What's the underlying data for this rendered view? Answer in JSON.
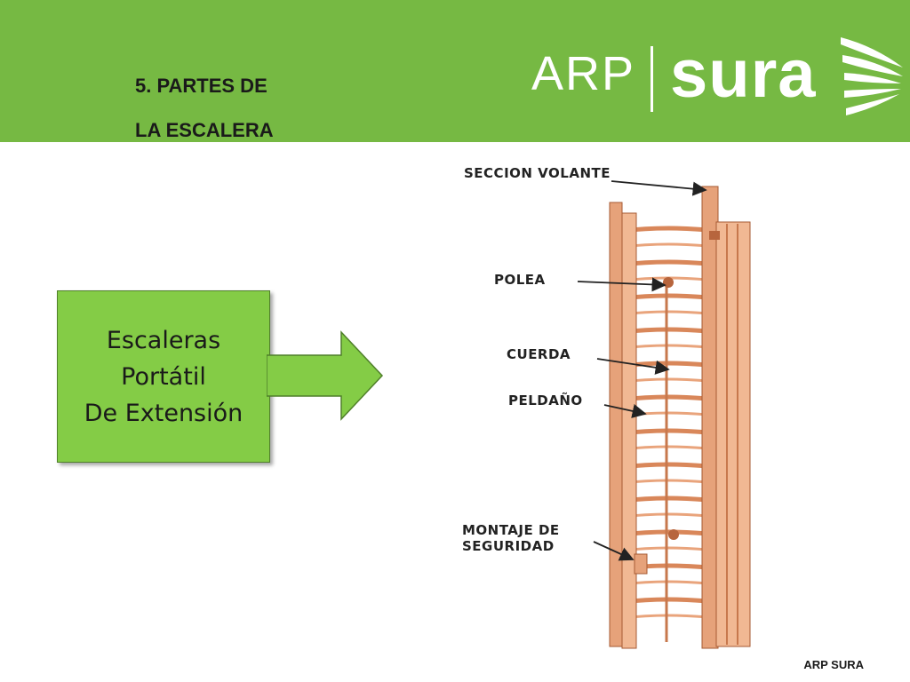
{
  "slide": {
    "title_line1": "5. PARTES DE",
    "title_line2": "LA ESCALERA"
  },
  "logo": {
    "arp": "ARP",
    "sura": "sura",
    "icon": "sura-wings-icon"
  },
  "label_box": {
    "line1": "Escaleras",
    "line2": "Portátil",
    "line3": "De Extensión"
  },
  "diagram": {
    "labels": {
      "seccion_volante": "SECCION VOLANTE",
      "polea": "POLEA",
      "cuerda": "CUERDA",
      "peldano": "PELDAÑO",
      "montaje_line1": "MONTAJE DE",
      "montaje_line2": "SEGURIDAD"
    }
  },
  "footer": {
    "text": "ARP SURA"
  },
  "colors": {
    "header_green": "#76b943",
    "box_green": "#84cc46",
    "ladder_copper": "#d9875a"
  }
}
